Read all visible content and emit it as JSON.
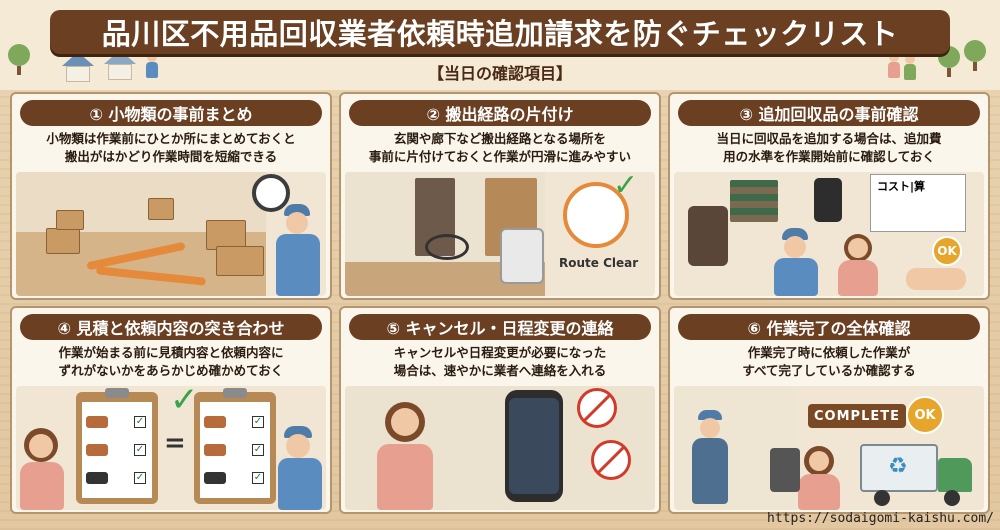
{
  "title": "品川区不用品回収業者依頼時追加請求を防ぐチェックリスト",
  "subtitle": "【当日の確認項目】",
  "cards": [
    {
      "heading": "① 小物類の事前まとめ",
      "text1": "小物類は作業前にひとか所にまとめておくと",
      "text2": "搬出がはかどり作業時間を短縮できる"
    },
    {
      "heading": "② 搬出経路の片付け",
      "text1": "玄関や廊下など搬出経路となる場所を",
      "text2": "事前に片付けておくと作業が円滑に進みやすい",
      "route_label": "Route Clear"
    },
    {
      "heading": "③ 追加回収品の事前確認",
      "text1": "当日に回収品を追加する場合は、追加費",
      "text2": "用の水準を作業開始前に確認しておく",
      "memo_label": "コスト|算",
      "ok_label": "OK"
    },
    {
      "heading": "④ 見積と依頼内容の突き合わせ",
      "text1": "作業が始まる前に見積内容と依頼内容に",
      "text2": "ずれがないかをあらかじめ確かめておく"
    },
    {
      "heading": "⑤ キャンセル・日程変更の連絡",
      "text1": "キャンセルや日程変更が必要になった",
      "text2": "場合は、速やかに業者へ連絡を入れる"
    },
    {
      "heading": "⑥ 作業完了の全体確認",
      "text1": "作業完了時に依頼した作業が",
      "text2": "すべて完了しているか確認する",
      "complete_label": "COMPLETE",
      "ok_label": "OK"
    }
  ],
  "footer_url": "https://sodaigomi-kaishu.com/",
  "colors": {
    "header_brown": "#6a3f22",
    "card_bg": "#fbf6ec",
    "accent_orange": "#e58a3a",
    "check_green": "#3aa34a"
  }
}
